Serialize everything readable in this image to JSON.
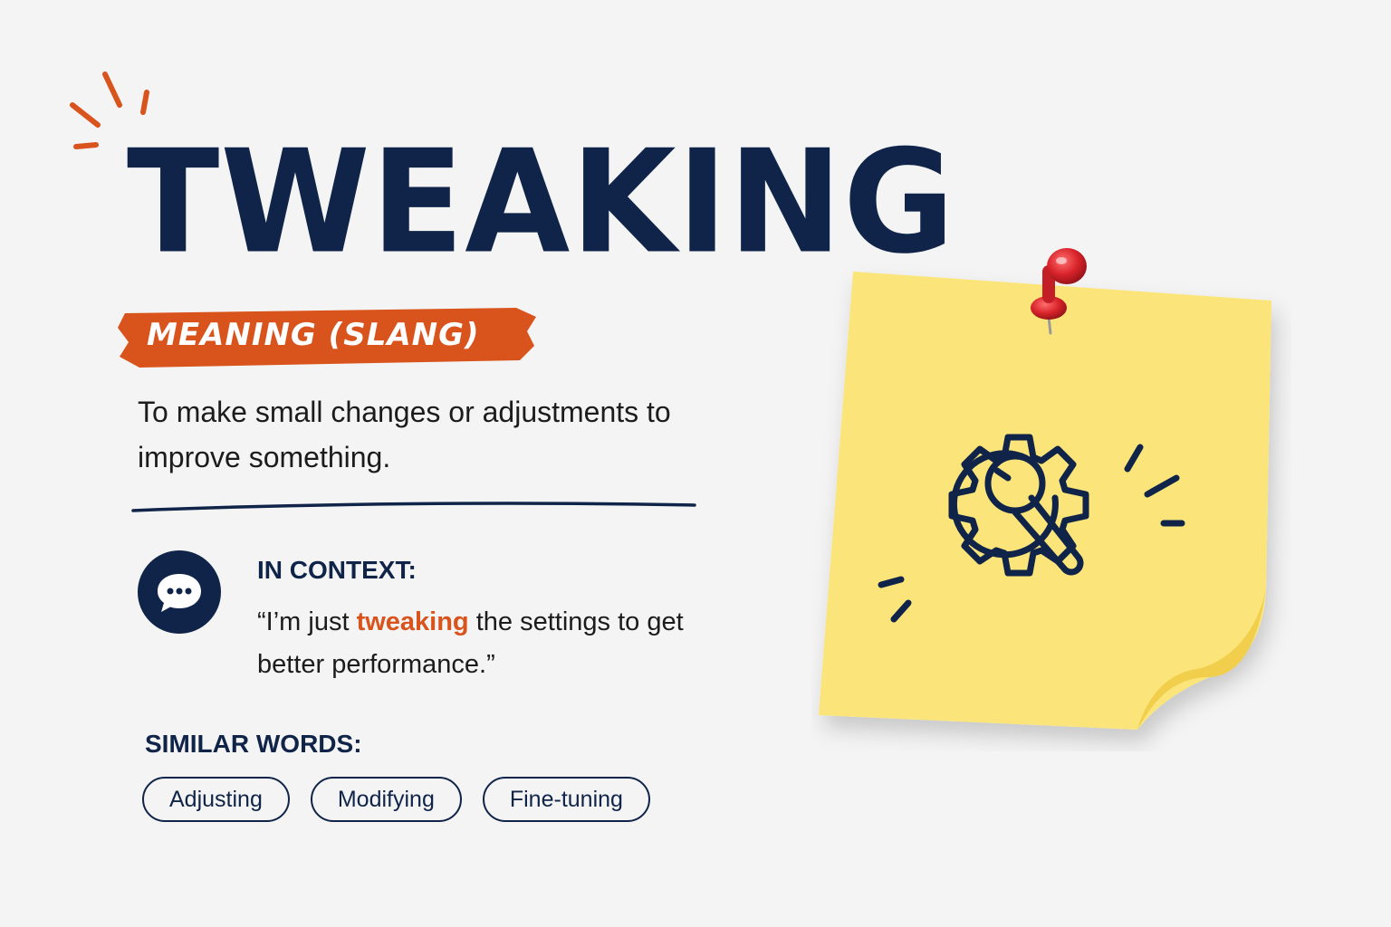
{
  "headline": "TWEAKING",
  "meaning_label": "MEANING (SLANG)",
  "definition": "To make small changes or adjustments to improve something.",
  "context": {
    "title": "IN CONTEXT:",
    "quote_before": "“I’m just ",
    "quote_highlight": "tweaking",
    "quote_after": " the settings to get better performance.”"
  },
  "similar": {
    "title": "SIMILAR WORDS:",
    "words": [
      "Adjusting",
      "Modifying",
      "Fine-tuning"
    ]
  },
  "icons": {
    "sparks": "spark-lines-icon",
    "chat": "chat-bubble-icon",
    "pin": "push-pin-icon",
    "gear_wrench": "gear-wrench-icon"
  },
  "colors": {
    "navy": "#0f2448",
    "orange": "#d9531c",
    "sticky_yellow": "#fbe57a",
    "pin_red": "#d8232a"
  }
}
